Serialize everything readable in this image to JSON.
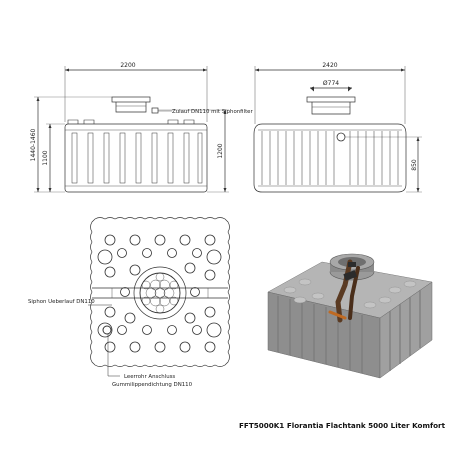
{
  "dimensions": {
    "side_width": "2200",
    "front_width": "2420",
    "inlet_dia": "Ø774",
    "total_height": "1440-1460",
    "height_1100": "1100",
    "height_1200": "1200",
    "height_850": "850"
  },
  "labels": {
    "zulauf": "Zulauf DN110 mit Siphonfilter",
    "siphon": "Siphon Ueberlauf DN110",
    "leerrohr": "Leerrohr Anschluss",
    "gummi": "Gummilippendichtung DN110"
  },
  "caption": "FFT5000K1 Florantia Flachtank 5000 Liter Komfort"
}
